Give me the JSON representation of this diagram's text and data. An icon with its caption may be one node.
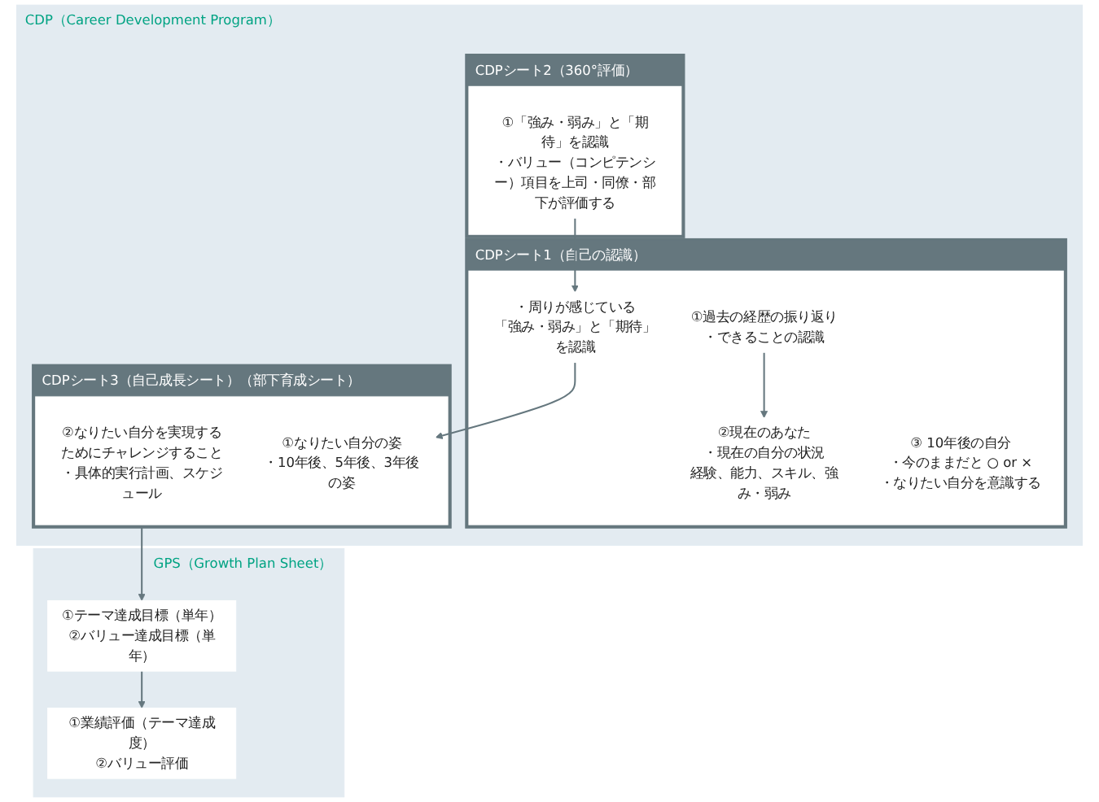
{
  "diagram": {
    "nodes": [
      {
        "text": [
          "CDP（Career Development Program）"
        ]
      },
      {
        "text": [
          "CDPシート1（自己の認識）"
        ],
        "in": 0
      },
      {
        "text": [
          "①過去の経歴の振り返り",
          "・できることの認識"
        ],
        "in": 1
      },
      {
        "text": [
          "②現在のあなた",
          "・現在の自分の状況",
          "経験、能力、スキル、強み・弱み"
        ],
        "in": 1
      },
      {
        "text": [
          "・周りが感じている",
          "「強み・弱み」と「期待」を認識"
        ],
        "in": 1
      },
      {
        "text": [
          "③ 10年後の自分",
          "・今のままだと ○ or ×",
          "・なりたい自分を意識する"
        ],
        "in": 1
      },
      {
        "text": [
          "CDPシート2（360°評価）"
        ],
        "in": 0
      },
      {
        "text": [
          "①「強み・弱み」と「期待」を認識",
          "・バリュー（コンピテンシー）項目を上司・同僚・部下が評価する"
        ],
        "in": 6
      },
      {
        "text": [
          "CDPシート3（自己成長シート）（部下育成シート）"
        ],
        "in": 0
      },
      {
        "text": [
          "①なりたい自分の姿",
          "・10年後、5年後、3年後の姿"
        ],
        "in": 8
      },
      {
        "text": [
          "②なりたい自分を実現するためにチャレンジすること",
          "・具体的実行計画、スケジュール"
        ],
        "in": 8
      },
      {
        "text": [
          "GPS（Growth Plan Sheet）"
        ]
      },
      {
        "text": [
          "①テーマ達成目標（単年）",
          "②バリュー達成目標（単年）"
        ],
        "in": 11
      },
      {
        "text": [
          "①業績評価（テーマ達成度）",
          "②バリュー評価"
        ],
        "in": 11
      }
    ],
    "edges": [
      {
        "from": 2,
        "to": 3,
        "arrow": "to"
      },
      {
        "from": 7,
        "to": 4,
        "arrow": "to"
      },
      {
        "from": 4,
        "to": 9,
        "arrow": "to"
      },
      {
        "from": 8,
        "to": 12,
        "arrow": "to"
      },
      {
        "from": 12,
        "to": 13,
        "arrow": "to"
      }
    ]
  }
}
